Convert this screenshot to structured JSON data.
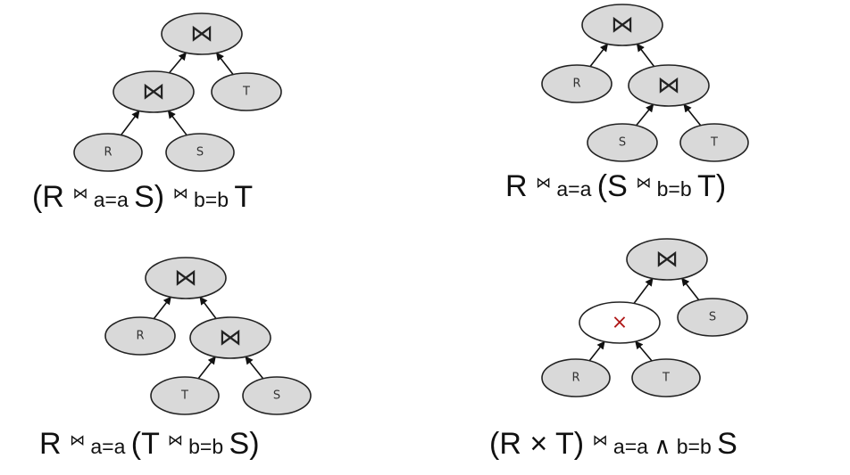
{
  "symbols": {
    "join": "⋈",
    "cross": "×"
  },
  "trees": [
    {
      "id": "tree-1",
      "expression": [
        {
          "t": "(R ",
          "c": "big"
        },
        {
          "t": "⋈",
          "c": "sym"
        },
        {
          "t": " a=a ",
          "c": "small"
        },
        {
          "t": "S) ",
          "c": "big"
        },
        {
          "t": "⋈",
          "c": "sym"
        },
        {
          "t": " b=b ",
          "c": "small"
        },
        {
          "t": "T",
          "c": "big"
        }
      ],
      "nodes": [
        {
          "id": "root",
          "label": "⋈",
          "kind": "join"
        },
        {
          "id": "j2",
          "label": "⋈",
          "kind": "join"
        },
        {
          "id": "t",
          "label": "T",
          "kind": "leaf"
        },
        {
          "id": "r",
          "label": "R",
          "kind": "leaf"
        },
        {
          "id": "s",
          "label": "S",
          "kind": "leaf"
        }
      ],
      "edges": [
        [
          "j2",
          "root"
        ],
        [
          "t",
          "root"
        ],
        [
          "r",
          "j2"
        ],
        [
          "s",
          "j2"
        ]
      ]
    },
    {
      "id": "tree-2",
      "expression": [
        {
          "t": "R ",
          "c": "big"
        },
        {
          "t": "⋈",
          "c": "sym"
        },
        {
          "t": " a=a ",
          "c": "small"
        },
        {
          "t": "(S ",
          "c": "big"
        },
        {
          "t": "⋈",
          "c": "sym"
        },
        {
          "t": " b=b ",
          "c": "small"
        },
        {
          "t": "T)",
          "c": "big"
        }
      ],
      "nodes": [
        {
          "id": "root",
          "label": "⋈",
          "kind": "join"
        },
        {
          "id": "r",
          "label": "R",
          "kind": "leaf"
        },
        {
          "id": "j2",
          "label": "⋈",
          "kind": "join"
        },
        {
          "id": "s",
          "label": "S",
          "kind": "leaf"
        },
        {
          "id": "t",
          "label": "T",
          "kind": "leaf"
        }
      ],
      "edges": [
        [
          "r",
          "root"
        ],
        [
          "j2",
          "root"
        ],
        [
          "s",
          "j2"
        ],
        [
          "t",
          "j2"
        ]
      ]
    },
    {
      "id": "tree-3",
      "expression": [
        {
          "t": "R ",
          "c": "big"
        },
        {
          "t": "⋈",
          "c": "sym"
        },
        {
          "t": " a=a ",
          "c": "small"
        },
        {
          "t": "(T ",
          "c": "big"
        },
        {
          "t": "⋈",
          "c": "sym"
        },
        {
          "t": " b=b ",
          "c": "small"
        },
        {
          "t": "S)",
          "c": "big"
        }
      ],
      "nodes": [
        {
          "id": "root",
          "label": "⋈",
          "kind": "join"
        },
        {
          "id": "r",
          "label": "R",
          "kind": "leaf"
        },
        {
          "id": "j2",
          "label": "⋈",
          "kind": "join"
        },
        {
          "id": "t",
          "label": "T",
          "kind": "leaf"
        },
        {
          "id": "s",
          "label": "S",
          "kind": "leaf"
        }
      ],
      "edges": [
        [
          "r",
          "root"
        ],
        [
          "j2",
          "root"
        ],
        [
          "t",
          "j2"
        ],
        [
          "s",
          "j2"
        ]
      ]
    },
    {
      "id": "tree-4",
      "expression": [
        {
          "t": "(R × T) ",
          "c": "big"
        },
        {
          "t": "⋈",
          "c": "sym"
        },
        {
          "t": " a=a ",
          "c": "small"
        },
        {
          "t": "∧",
          "c": "wedge"
        },
        {
          "t": " b=b ",
          "c": "small"
        },
        {
          "t": "S",
          "c": "big"
        }
      ],
      "nodes": [
        {
          "id": "root",
          "label": "⋈",
          "kind": "join"
        },
        {
          "id": "x",
          "label": "×",
          "kind": "cross"
        },
        {
          "id": "s",
          "label": "S",
          "kind": "leaf"
        },
        {
          "id": "r",
          "label": "R",
          "kind": "leaf"
        },
        {
          "id": "t",
          "label": "T",
          "kind": "leaf"
        }
      ],
      "edges": [
        [
          "x",
          "root"
        ],
        [
          "s",
          "root"
        ],
        [
          "r",
          "x"
        ],
        [
          "t",
          "x"
        ]
      ]
    }
  ],
  "colors": {
    "node_fill": "#d9d9d9",
    "cross_fill": "#ffffff",
    "cross_symbol": "#b01818",
    "stroke": "#111111"
  }
}
